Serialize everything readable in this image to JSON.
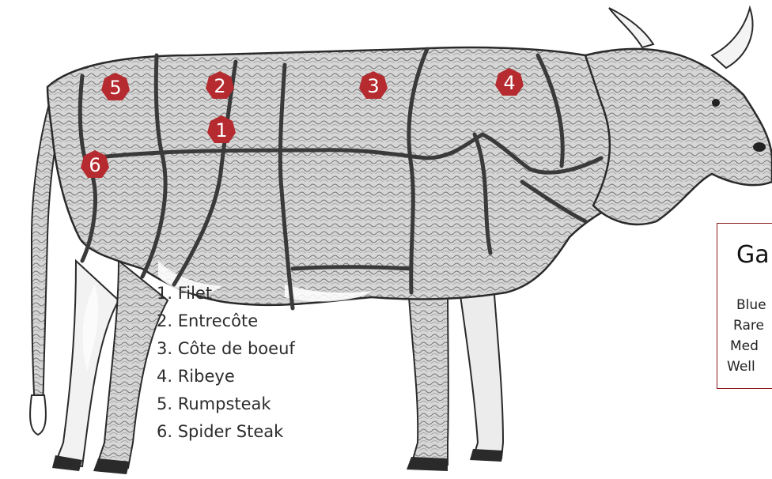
{
  "markers": [
    {
      "number": "5",
      "color": "#b52b2f"
    },
    {
      "number": "2",
      "color": "#b52b2f"
    },
    {
      "number": "1",
      "color": "#b52b2f"
    },
    {
      "number": "3",
      "color": "#b52b2f"
    },
    {
      "number": "4",
      "color": "#b52b2f"
    },
    {
      "number": "6",
      "color": "#b52b2f"
    }
  ],
  "cuts": [
    "1. Filet",
    "2. Entrecôte",
    "3. Côte de boeuf",
    "4. Ribeye",
    "5. Rumpsteak",
    "6. Spider Steak"
  ],
  "doneness_panel": {
    "title": "Ga",
    "levels": [
      "Blue",
      "Rare",
      "Med",
      "Well"
    ],
    "border_color": "#8b1a1f"
  },
  "icons": [
    "cow-illustration"
  ]
}
